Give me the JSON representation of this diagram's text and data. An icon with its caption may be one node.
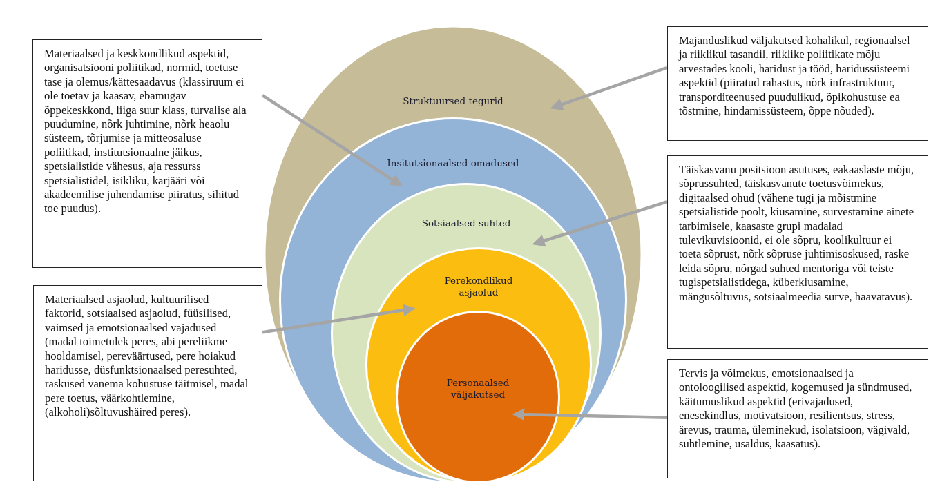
{
  "diagram": {
    "nodes": [
      {
        "text": [
          "Struktuursed tegurid"
        ]
      },
      {
        "text": [
          "Insitutsionaalsed omadused"
        ],
        "in": 0
      },
      {
        "text": [
          "Sotsiaalsed suhted"
        ],
        "in": 1
      },
      {
        "text": [
          "Perekondlikud asjaolud"
        ],
        "in": 2
      },
      {
        "text": [
          "Personaalsed väljakutsed"
        ],
        "in": 3
      },
      {
        "text": [
          "Materiaalsed ja keskkondlikud aspektid, organisatsiooni poliitikad, normid, toetuse tase ja olemus/kättesaadavus (klassiruum ei ole toetav ja kaasav, ebamugav õppekeskkond, liiga suur klass, turvalise ala puudumine, nõrk juhtimine, nõrk heaolu süsteem, tõrjumise ja mitteosaluse poliitikad, institutsionaalne jäikus, spetsialistide vähesus, aja ressurss spetsialistidel, isikliku, karjääri või akadeemilise juhendamise piiratus, sihitud toe puudus)."
        ]
      },
      {
        "text": [
          "Materiaalsed asjaolud, kultuurilised faktorid, sotsiaalsed asjaolud, füüsilised, vaimsed ja emotsionaalsed vajadused (madal toimetulek peres, abi pereliikme hooldamisel, pereväärtused, pere hoiakud haridusse, düsfunktsionaalsed peresuhted, raskused vanema kohustuse täitmisel, madal pere toetus, väärkohtlemine, (alkoholi)sõltuvushäired peres)."
        ]
      },
      {
        "text": [
          "Majanduslikud väljakutsed kohalikul, regionaalsel ja riiklikul tasandil, riiklike poliitikate mõju arvestades kooli, haridust ja tööd, haridussüsteemi aspektid (piiratud rahastus, nõrk infrastruktuur, transporditeenused puudulikud, õpikohustuse ea tõstmine, hindamissüsteem, õppe nõuded)."
        ]
      },
      {
        "text": [
          "Täiskasvanu positsioon asutuses, eakaaslaste mõju, sõprussuhted, täiskasvanute toetusvõimekus, digitaalsed ohud (vähene tugi ja mõistmine spetsialistide poolt, kiusamine, survestamine ainete tarbimisele, kaasaste grupi madalad tulevikuvisioonid, ei ole sõpru, koolikultuur ei toeta sõprust, nõrk sõpruse juhtimisoskused, raske leida sõpru, nõrgad suhted mentoriga või teiste tugispetsialistidega, küberkiusamine, mängusõltuvus, sotsiaalmeedia surve, haavatavus)."
        ]
      },
      {
        "text": [
          "Tervis ja võimekus, emotsionaalsed ja ontoloogilised aspektid, kogemused ja sündmused, käitumuslikud aspektid (erivajadused,  enesekindlus, motivatsioon, resilientsus, stress, ärevus, trauma, üleminekud, isolatsioon, vägivald, suhtlemine, usaldus, kaasatus)."
        ]
      }
    ],
    "edges": [
      {
        "from": 5,
        "to": 1,
        "arrow": "to"
      },
      {
        "from": 6,
        "to": 3,
        "arrow": "to"
      },
      {
        "from": 7,
        "to": 0,
        "arrow": "to"
      },
      {
        "from": 8,
        "to": 2,
        "arrow": "to"
      },
      {
        "from": 9,
        "to": 4,
        "arrow": "to"
      }
    ]
  }
}
